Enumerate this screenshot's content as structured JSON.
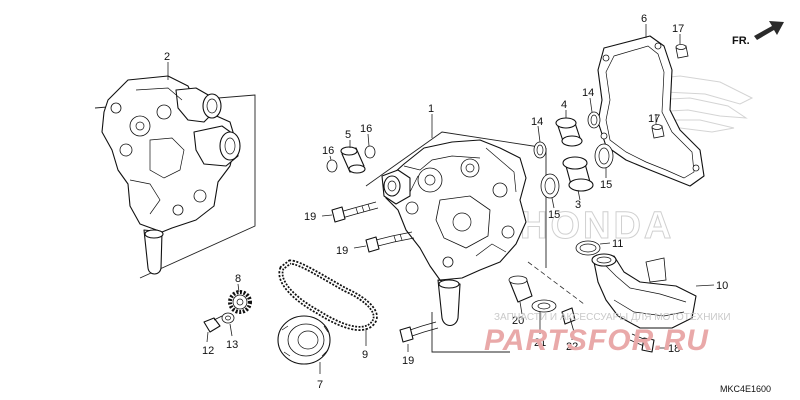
{
  "diagram": {
    "orientation_label": "FR.",
    "diagram_code": "MKC4E1600",
    "watermark": {
      "line": "ЗАПЧАСТИ И АКСЕССУАРЫ ДЛЯ МОТОТЕХНИКИ",
      "site": "PARTSFOR.RU",
      "brand": "HONDA"
    },
    "callouts": {
      "c1": "1",
      "c2": "2",
      "c3": "3",
      "c4": "4",
      "c5": "5",
      "c6": "6",
      "c7": "7",
      "c8": "8",
      "c9": "9",
      "c10": "10",
      "c11": "11",
      "c12": "12",
      "c13": "13",
      "c14a": "14",
      "c14b": "14",
      "c15a": "15",
      "c15b": "15",
      "c16a": "16",
      "c16b": "16",
      "c17a": "17",
      "c17b": "17",
      "c18": "18",
      "c19a": "19",
      "c19b": "19",
      "c19c": "19",
      "c20": "20",
      "c21": "21",
      "c22": "22"
    },
    "colors": {
      "line": "#111111",
      "watermark_red": "#e9a9a9",
      "watermark_grey": "#c9c9c9"
    }
  }
}
